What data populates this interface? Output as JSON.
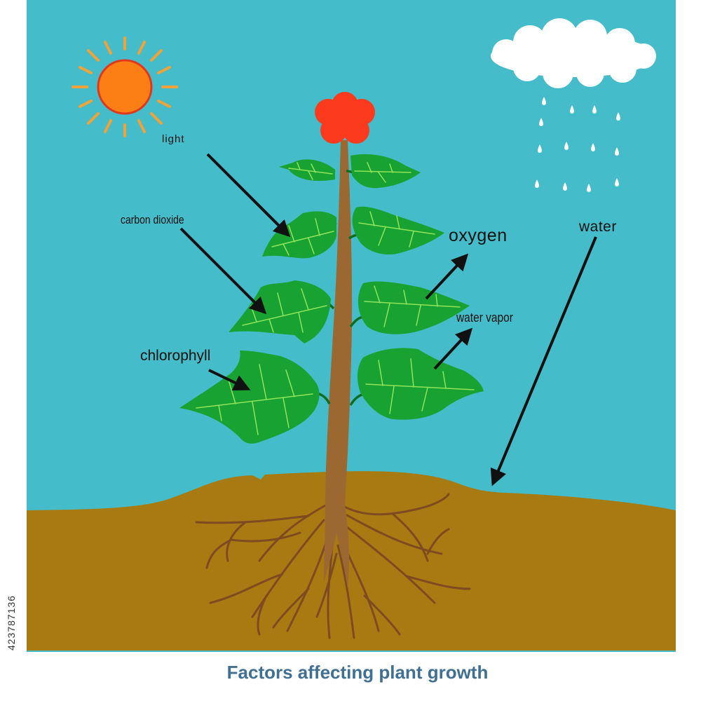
{
  "labels": {
    "light": "light",
    "carbon_dioxide": "carbon dioxide",
    "chlorophyll": "chlorophyll",
    "oxygen": "oxygen",
    "water_vapor": "water vapor",
    "water": "water"
  },
  "caption": "Factors affecting plant growth",
  "stock_id": "423787136",
  "colors": {
    "sky": "#45bcc9",
    "soil": "#a77a12",
    "sun": "#fb7f14",
    "sun_outline": "#e2371c",
    "sun_rays": "#f2a236",
    "cloud": "#ffffff",
    "leaf": "#18a232",
    "leaf_vein": "#8fe45a",
    "stem": "#9c6832",
    "flower": "#fc3a1e",
    "roots": "#7d4a22",
    "caption": "#3f6f92"
  },
  "icons": [
    "sun-icon",
    "cloud-icon",
    "flower-icon",
    "arrow-icon"
  ]
}
